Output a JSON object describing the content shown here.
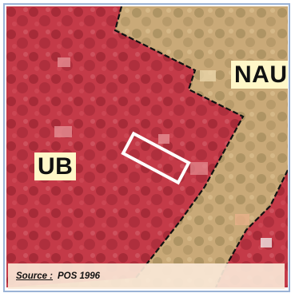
{
  "map": {
    "zones": [
      {
        "id": "ub",
        "label": "UB",
        "color": "#c43a48"
      },
      {
        "id": "nau",
        "label": "NAU",
        "color": "#c9a978"
      }
    ],
    "parcel_outline_color": "#ffffff",
    "boundary_color": "#111111"
  },
  "caption": {
    "source_label": "Source :",
    "source_value": "POS 1996"
  }
}
